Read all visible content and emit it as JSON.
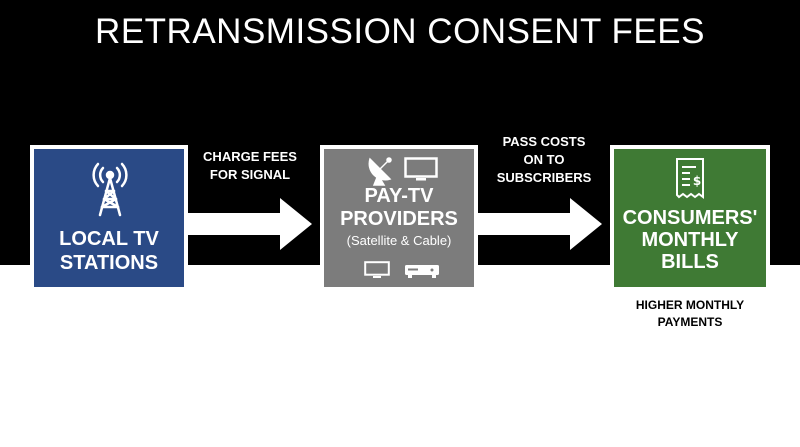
{
  "title": "RETRANSMISSION CONSENT FEES",
  "colors": {
    "background_top": "#000000",
    "background_bottom": "#ffffff",
    "local_box": "#2a4a86",
    "paytv_box": "#7c7c7c",
    "consumer_box": "#3f7a34",
    "arrow": "#ffffff"
  },
  "nodes": {
    "local": {
      "label": "LOCAL TV\nSTATIONS",
      "icon": "broadcast-tower-icon"
    },
    "paytv": {
      "label": "PAY-TV\nPROVIDERS",
      "sublabel": "(Satellite & Cable)",
      "icons": [
        "satellite-dish-icon",
        "television-icon",
        "television-icon",
        "set-top-box-icon"
      ]
    },
    "consumer": {
      "label": "CONSUMERS'\nMONTHLY\nBILLS",
      "icon": "bill-icon"
    }
  },
  "edges": [
    {
      "from": "local",
      "to": "paytv",
      "label": "CHARGE FEES\nFOR SIGNAL"
    },
    {
      "from": "paytv",
      "to": "consumer",
      "label": "PASS COSTS\nON TO\nSUBSCRIBERS"
    }
  ],
  "note": "HIGHER MONTHLY\nPAYMENTS"
}
